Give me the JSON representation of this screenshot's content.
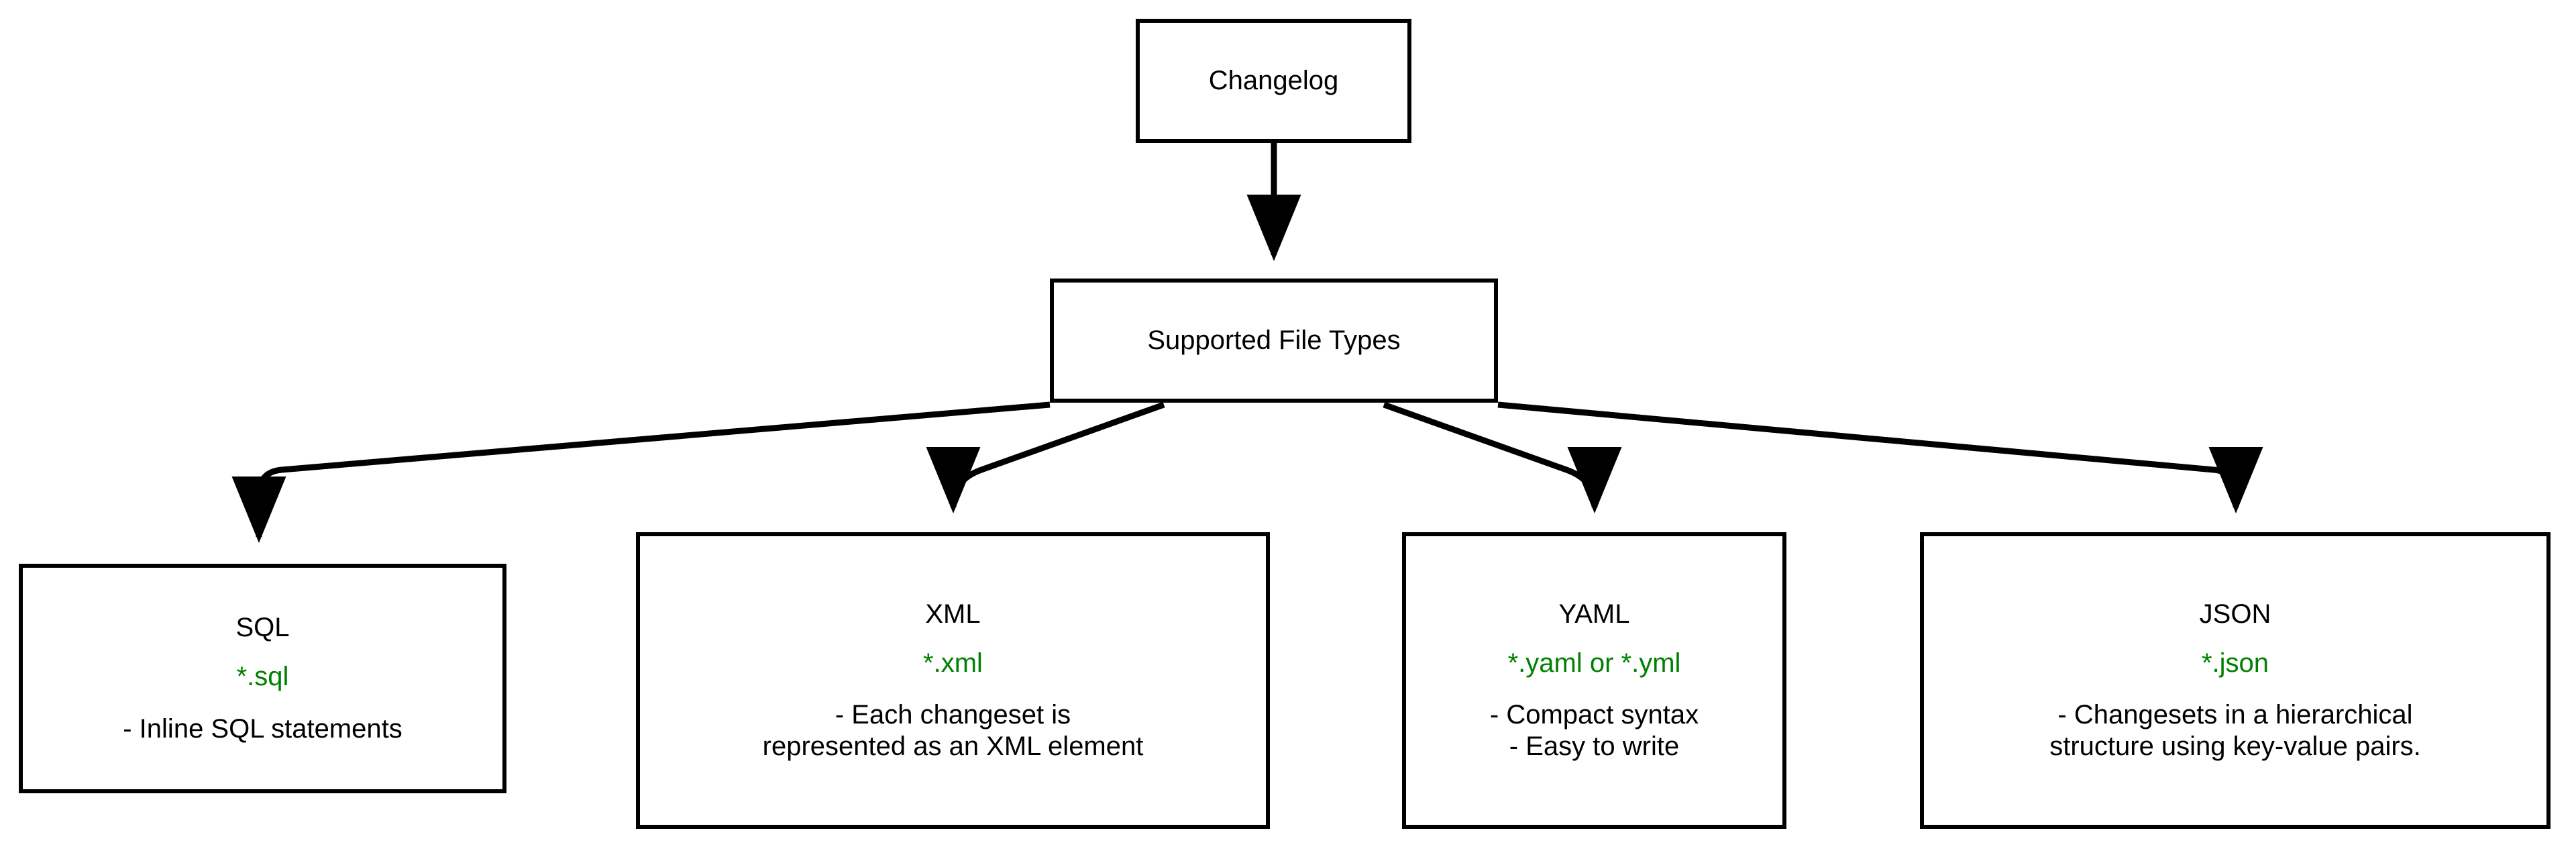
{
  "diagram": {
    "title": "Changelog Supported File Types",
    "direction": "top-down",
    "colors": {
      "node_border": "#000000",
      "node_fill": "#ffffff",
      "text": "#000000",
      "extension_text": "#008000",
      "edge": "#000000",
      "background": "#ffffff"
    }
  },
  "nodes": {
    "changelog": {
      "label": "Changelog"
    },
    "supported": {
      "label": "Supported File Types"
    },
    "sql": {
      "title": "SQL",
      "extension": "*.sql",
      "detail_line_1": "- Inline SQL statements"
    },
    "xml": {
      "title": "XML",
      "extension": "*.xml",
      "detail_line_1": "- Each changeset is",
      "detail_line_2": "represented as an XML element"
    },
    "yaml": {
      "title": "YAML",
      "extension": "*.yaml or *.yml",
      "detail_line_1": "- Compact syntax",
      "detail_line_2": "- Easy to write"
    },
    "json": {
      "title": "JSON",
      "extension": "*.json",
      "detail_line_1": "- Changesets in a hierarchical",
      "detail_line_2": "structure using key-value pairs."
    }
  },
  "edges": [
    {
      "from": "Changelog",
      "to": "Supported File Types"
    },
    {
      "from": "Supported File Types",
      "to": "SQL"
    },
    {
      "from": "Supported File Types",
      "to": "XML"
    },
    {
      "from": "Supported File Types",
      "to": "YAML"
    },
    {
      "from": "Supported File Types",
      "to": "JSON"
    }
  ]
}
